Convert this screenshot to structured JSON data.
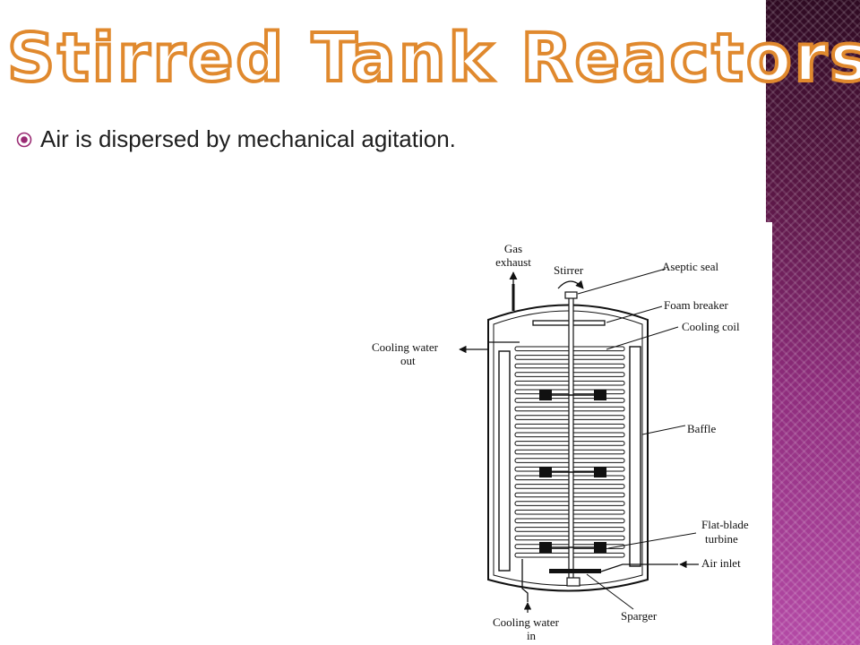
{
  "slide": {
    "title": "Stirred Tank Reactors",
    "bullet": "Air is dispersed by mechanical agitation."
  },
  "diagram": {
    "labels": {
      "gas_exhaust_1": "Gas",
      "gas_exhaust_2": "exhaust",
      "stirrer": "Stirrer",
      "aseptic_seal": "Aseptic seal",
      "foam_breaker": "Foam breaker",
      "cooling_coil": "Cooling coil",
      "cooling_water_out_1": "Cooling water",
      "cooling_water_out_2": "out",
      "baffle": "Baffle",
      "flat_blade_turbine_1": "Flat-blade",
      "flat_blade_turbine_2": "turbine",
      "air_inlet": "Air inlet",
      "sparger": "Sparger",
      "cooling_water_in_1": "Cooling water",
      "cooling_water_in_2": "in"
    }
  },
  "colors": {
    "title_outline": "#e0892e",
    "panel_dark": "#2e0a22",
    "panel_light": "#b44aa6"
  }
}
